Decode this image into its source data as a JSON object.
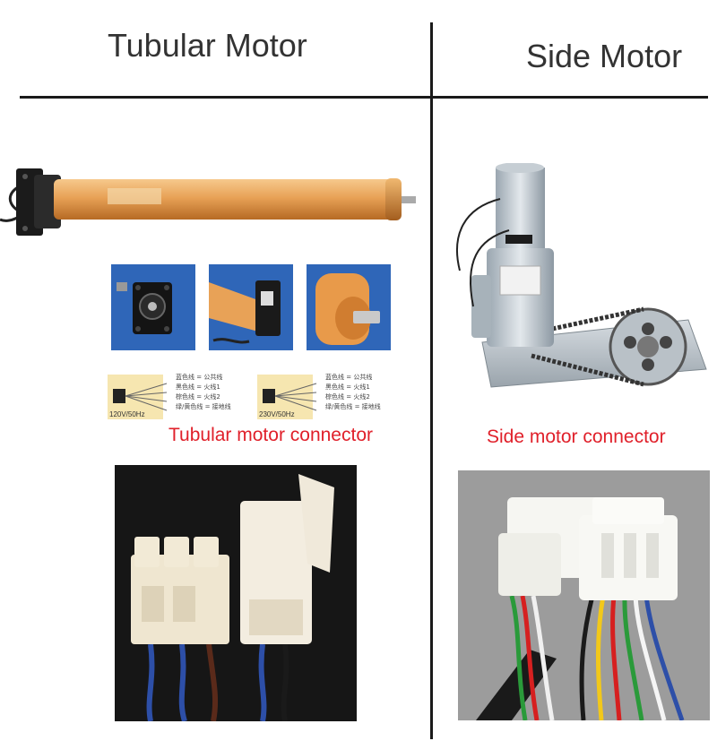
{
  "header": {
    "left_title": "Tubular Motor",
    "right_title": "Side Motor"
  },
  "captions": {
    "tubular_connector": "Tubular motor connector",
    "side_connector": "Side motor connector"
  },
  "wiring_diagrams": [
    {
      "voltage": "120V/50Hz",
      "lines": [
        "蓝色线 = 公共线",
        "黑色线 = 火线1",
        "棕色线 = 火线2",
        "绿/黄色线 = 接地线"
      ]
    },
    {
      "voltage": "230V/50Hz",
      "lines": [
        "蓝色线 = 公共线",
        "黑色线 = 火线1",
        "棕色线 = 火线2",
        "绿/黄色线 = 接地线"
      ]
    }
  ],
  "colors": {
    "caption_red": "#e0202a",
    "divider": "#1a1a1a",
    "motor_orange": "#e8a257",
    "thumb_blue": "#2a5aa8",
    "diagram_bg": "#f6e6b0"
  }
}
